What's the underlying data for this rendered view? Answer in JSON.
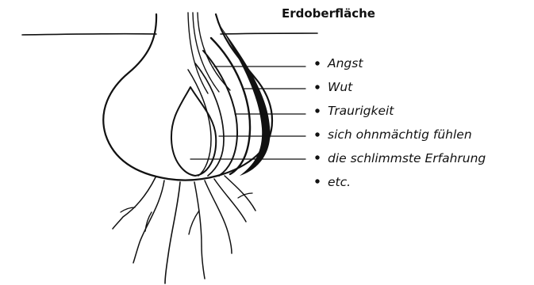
{
  "diagram": {
    "surface_label": "Erdoberfläche",
    "items": [
      {
        "text": "Angst"
      },
      {
        "text": "Wut"
      },
      {
        "text": "Traurigkeit"
      },
      {
        "text": "sich ohnmächtig fühlen"
      },
      {
        "text": "die schlimmste Erfahrung"
      },
      {
        "text": "etc."
      }
    ],
    "colors": {
      "ink": "#111111",
      "background": "#ffffff"
    }
  }
}
